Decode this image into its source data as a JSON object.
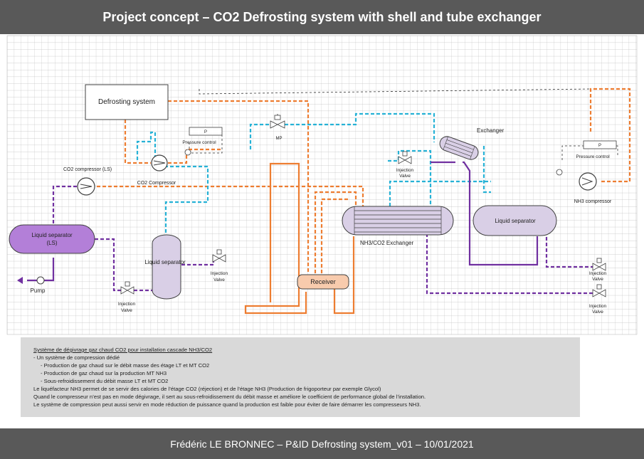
{
  "header": {
    "title": "Project concept – CO2 Defrosting system with shell and tube exchanger"
  },
  "footer": {
    "text": "Frédéric LE BRONNEC – P&ID Defrosting system_v01 – 10/01/2021"
  },
  "colors": {
    "orange": "#ed7d31",
    "cyan": "#27b2d6",
    "purple": "#7030a0",
    "purple_fill": "#b37fd8",
    "separator_fill": "#d9cfe6",
    "receiver_fill": "#f8cbad",
    "grid": "#bfbfbf"
  },
  "diagram": {
    "defrosting_system": "Defrosting system",
    "co2_compressor_ls": "CO2 compressor (LS)",
    "co2_compressor": "CO2 Compressor",
    "pressure_control_left": "Pressure control",
    "pressure_control_right": "Pressure control",
    "p_left": "P",
    "p_right": "P",
    "mp": "MP",
    "liquid_separator_ls_line1": "Liquid separator",
    "liquid_separator_ls_line2": "(LS)",
    "pump": "Pump",
    "liquid_separator_mid": "Liquid separator",
    "injection_valve_left_1": "Injection",
    "injection_valve_left_2": "Valve",
    "injection_valve_mid_1": "Injection",
    "injection_valve_mid_2": "Valve",
    "injection_valve_top_1": "Injection",
    "injection_valve_top_2": "Valve",
    "injection_valve_r1_1": "Injection",
    "injection_valve_r1_2": "Valve",
    "injection_valve_r2_1": "Injection",
    "injection_valve_r2_2": "Valve",
    "receiver": "Receiver",
    "nh3_co2_exchanger": "NH3/CO2 Exchanger",
    "exchanger": "Exchanger",
    "liquid_separator_right": "Liquid separator",
    "nh3_compressor": "NH3 compressor"
  },
  "notes": {
    "heading": "Système de dégivrage gaz chaud CO2 pour installation cascade NH3/CO2",
    "line1": "- Un système de compression dédié",
    "line2": "- Production de gaz chaud sur le débit masse des étage LT et MT CO2",
    "line3": "- Production de gaz chaud sur la production MT NH3",
    "line4": "- Sous-refroidissement du débit masse LT et MT CO2",
    "line5": "Le liquéfacteur NH3 permet de se servir des calories de l’étage CO2 (réjection) et de l’étage NH3 (Production de frigoporteur par exemple Glycol)",
    "line6": "Quand le compresseur n’est pas en mode dégivrage, il sert au sous-refroidissement du débit masse et améliore le coefficient de performance global de l’installation.",
    "line7": "Le système de compression peut aussi servir en mode réduction de puissance quand la production est faible pour éviter de faire démarrer les compresseurs NH3."
  }
}
